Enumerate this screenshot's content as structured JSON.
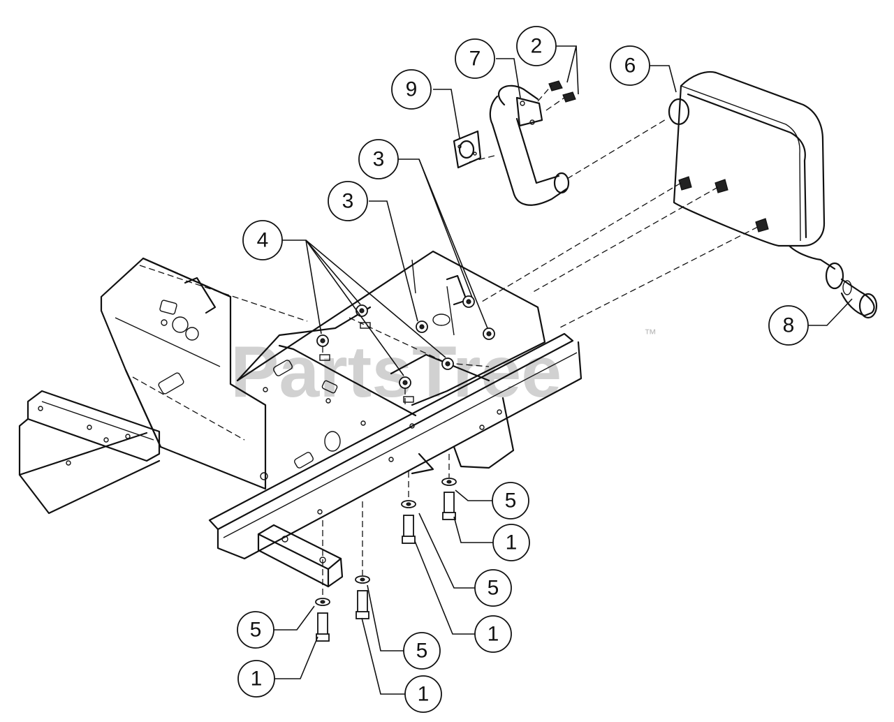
{
  "watermark": {
    "text": "PartsTree",
    "trademark": "™"
  },
  "callouts": [
    {
      "id": "c2",
      "label": "2"
    },
    {
      "id": "c7",
      "label": "7"
    },
    {
      "id": "c9",
      "label": "9"
    },
    {
      "id": "c6",
      "label": "6"
    },
    {
      "id": "c3a",
      "label": "3"
    },
    {
      "id": "c3b",
      "label": "3"
    },
    {
      "id": "c4",
      "label": "4"
    },
    {
      "id": "c8",
      "label": "8"
    },
    {
      "id": "c5a",
      "label": "5"
    },
    {
      "id": "c1a",
      "label": "1"
    },
    {
      "id": "c5b",
      "label": "5"
    },
    {
      "id": "c1b",
      "label": "1"
    },
    {
      "id": "c5c",
      "label": "5"
    },
    {
      "id": "c1c",
      "label": "1"
    },
    {
      "id": "c5d",
      "label": "5"
    },
    {
      "id": "c1d",
      "label": "1"
    }
  ]
}
